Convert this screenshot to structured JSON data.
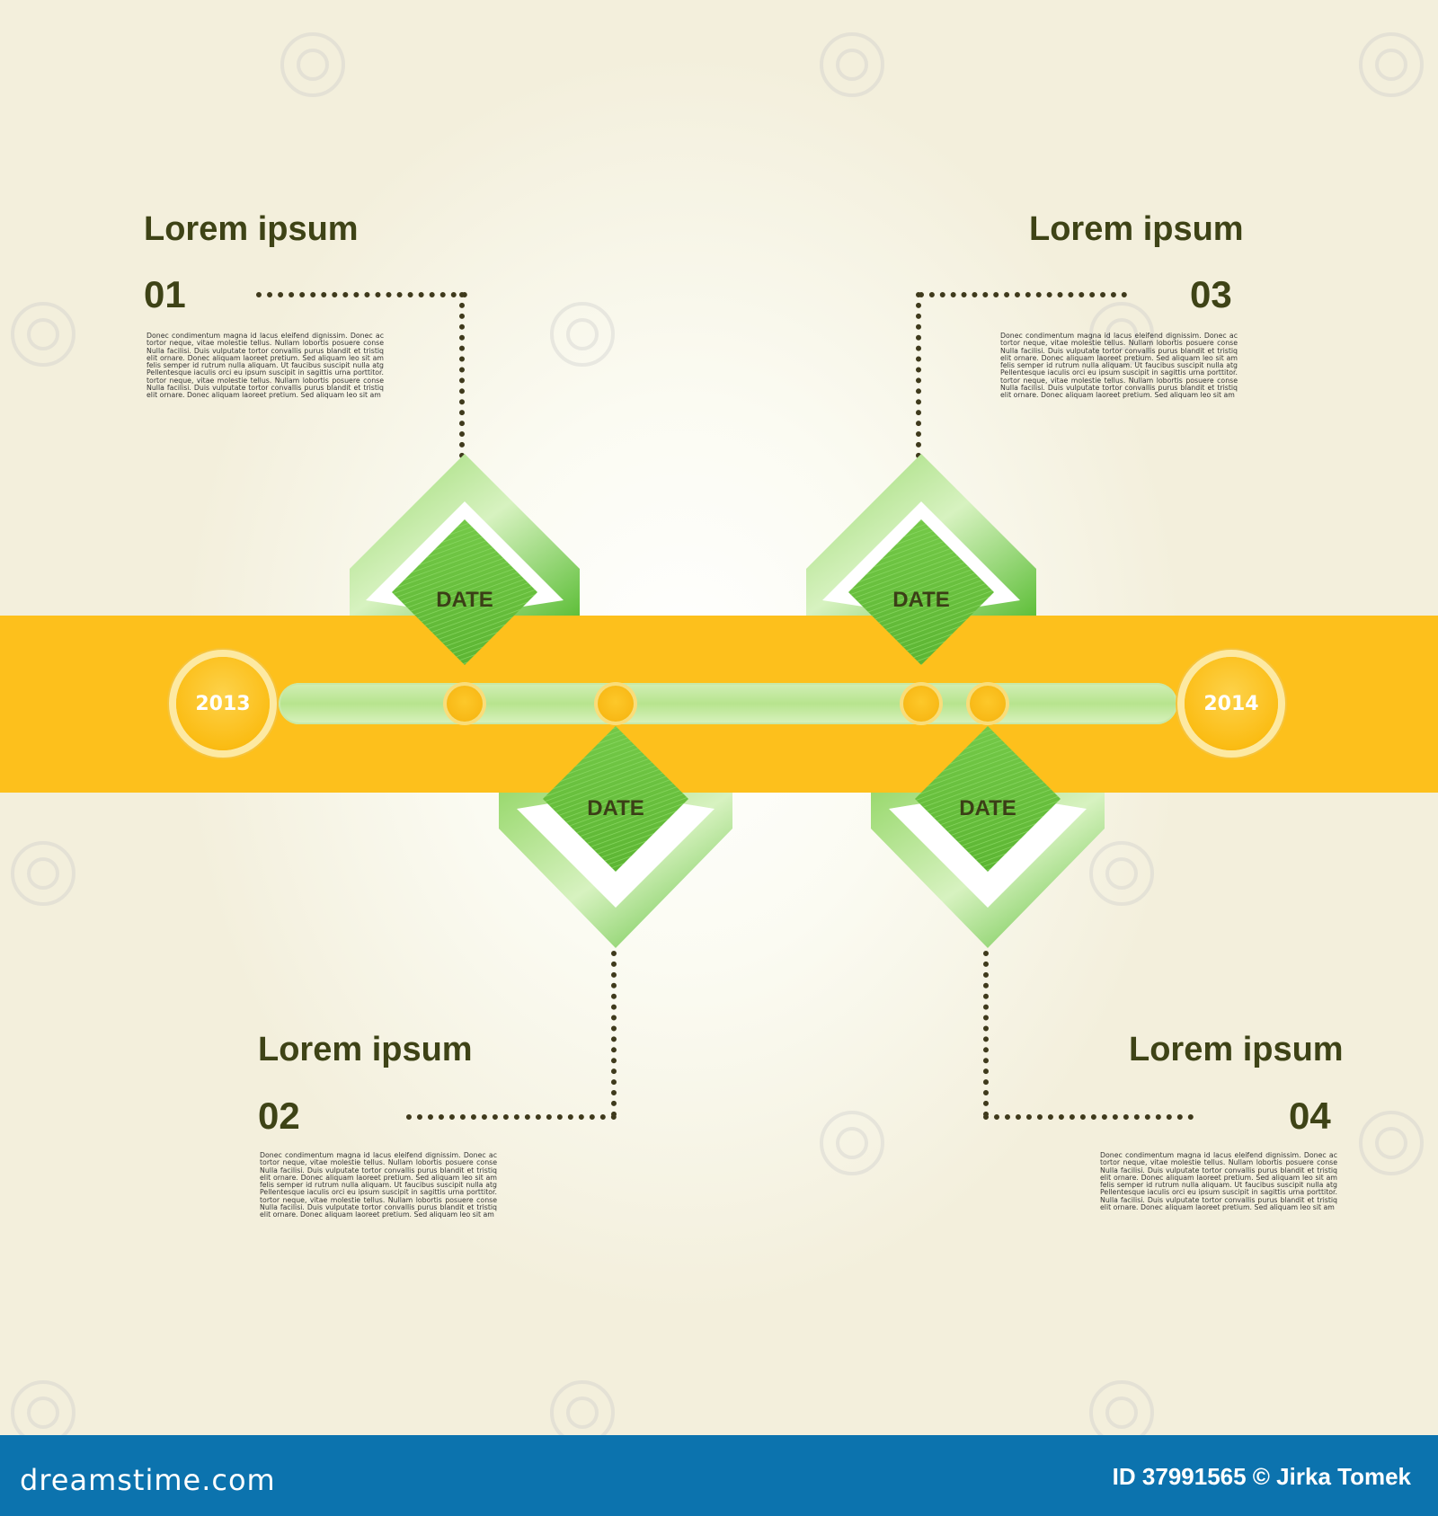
{
  "timeline": {
    "start_year": "2013",
    "end_year": "2014",
    "date_label": "DATE"
  },
  "colors": {
    "band": "#fdc01c",
    "green_dark": "#5fbf3a",
    "green_light": "#b7e48e",
    "text_dark": "#3e4316",
    "footer": "#0c73ae"
  },
  "items": [
    {
      "number": "01",
      "title": "Lorem ipsum",
      "text": "Donec condimentum magna id lacus eleifend dignissim. Donec ac tortor neque, vitae molestie tellus. Nullam lobortis posuere conse Nulla facilisi. Duis vulputate tortor convallis purus blandit et tristiq elit ornare. Donec aliquam laoreet pretium. Sed aliquam leo sit am felis semper id rutrum nulla aliquam. Ut faucibus suscipit nulla atg Pellentesque iaculis orci eu ipsum suscipit in sagittis urna porttitor. tortor neque, vitae molestie tellus. Nullam lobortis posuere conse Nulla facilisi. Duis vulputate tortor convallis purus blandit et tristiq elit ornare. Donec aliquam laoreet pretium. Sed aliquam leo sit am"
    },
    {
      "number": "02",
      "title": "Lorem ipsum",
      "text": "Donec condimentum magna id lacus eleifend dignissim. Donec ac tortor neque, vitae molestie tellus. Nullam lobortis posuere conse Nulla facilisi. Duis vulputate tortor convallis purus blandit et tristiq elit ornare. Donec aliquam laoreet pretium. Sed aliquam leo sit am felis semper id rutrum nulla aliquam. Ut faucibus suscipit nulla atg Pellentesque iaculis orci eu ipsum suscipit in sagittis urna porttitor. tortor neque, vitae molestie tellus. Nullam lobortis posuere conse Nulla facilisi. Duis vulputate tortor convallis purus blandit et tristiq elit ornare. Donec aliquam laoreet pretium. Sed aliquam leo sit am"
    },
    {
      "number": "03",
      "title": "Lorem ipsum",
      "text": "Donec condimentum magna id lacus eleifend dignissim. Donec ac tortor neque, vitae molestie tellus. Nullam lobortis posuere conse Nulla facilisi. Duis vulputate tortor convallis purus blandit et tristiq elit ornare. Donec aliquam laoreet pretium. Sed aliquam leo sit am felis semper id rutrum nulla aliquam. Ut faucibus suscipit nulla atg Pellentesque iaculis orci eu ipsum suscipit in sagittis urna porttitor. tortor neque, vitae molestie tellus. Nullam lobortis posuere conse Nulla facilisi. Duis vulputate tortor convallis purus blandit et tristiq elit ornare. Donec aliquam laoreet pretium. Sed aliquam leo sit am"
    },
    {
      "number": "04",
      "title": "Lorem ipsum",
      "text": "Donec condimentum magna id lacus eleifend dignissim. Donec ac tortor neque, vitae molestie tellus. Nullam lobortis posuere conse Nulla facilisi. Duis vulputate tortor convallis purus blandit et tristiq elit ornare. Donec aliquam laoreet pretium. Sed aliquam leo sit am felis semper id rutrum nulla aliquam. Ut faucibus suscipit nulla atg Pellentesque iaculis orci eu ipsum suscipit in sagittis urna porttitor. Nulla facilisi. Duis vulputate tortor convallis purus blandit et tristiq elit ornare. Donec aliquam laoreet pretium. Sed aliquam leo sit am"
    }
  ],
  "footer": {
    "logo": "dreamstime.com",
    "credit": "ID 37991565 © Jirka Tomek"
  }
}
